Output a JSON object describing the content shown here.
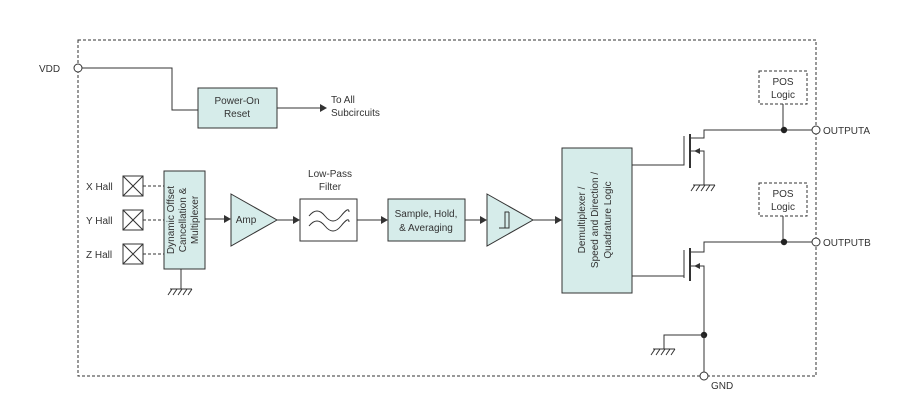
{
  "pins": {
    "vdd": "VDD",
    "gnd": "GND",
    "output_a": "OUTPUTA",
    "output_b": "OUTPUTB"
  },
  "blocks": {
    "power_on_reset": [
      "Power-On",
      "Reset"
    ],
    "to_all_subcircuits": [
      "To All",
      "Subcircuits"
    ],
    "mux": [
      "Dynamic Offset",
      "Cancellation &",
      "Multiplexer"
    ],
    "amp": "Amp",
    "low_pass_filter": [
      "Low-Pass",
      "Filter"
    ],
    "sample_hold": [
      "Sample, Hold,",
      "& Averaging"
    ],
    "demux": [
      "Demultiplexer /",
      "Speed and Direction /",
      "Quadrature Logic"
    ],
    "pos_logic": [
      "POS",
      "Logic"
    ]
  },
  "hall_sensors": [
    "X Hall",
    "Y Hall",
    "Z Hall"
  ],
  "colors": {
    "block_fill": "#d6ecea",
    "line": "#333333"
  }
}
